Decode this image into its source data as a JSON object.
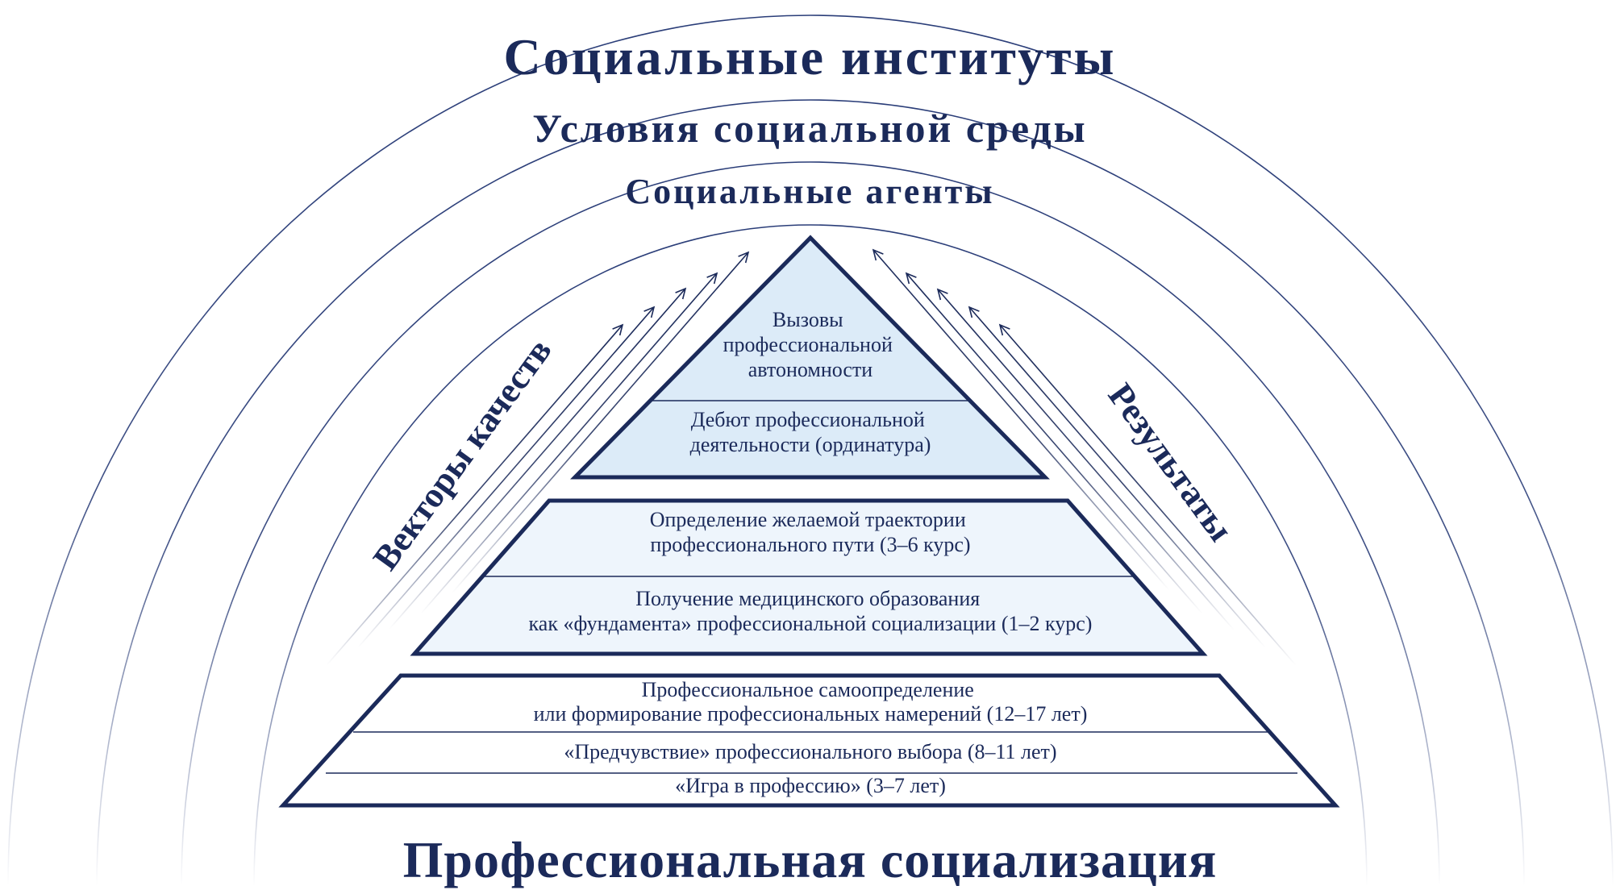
{
  "arcs": {
    "outer_label": "Социальные институты",
    "middle_label": "Условия социальной среды",
    "inner_label": "Социальные агенты"
  },
  "side_labels": {
    "left": "Векторы качеств",
    "right": "Результаты"
  },
  "pyramid": {
    "top": {
      "upper": [
        "Вызовы",
        "профессиональной",
        "автономности"
      ],
      "lower": [
        "Дебют профессиональной",
        "деятельности (ординатура)"
      ]
    },
    "middle": {
      "upper": [
        "Определение желаемой траектории",
        "профессионального пути (3–6 курс)"
      ],
      "lower": [
        "Получение медицинского образования",
        "как «фундамента» профессиональной социализации (1–2 курс)"
      ]
    },
    "bottom": {
      "upper": [
        "Профессиональное самоопределение",
        "или формирование профессиональных намерений (12–17 лет)"
      ],
      "middle": [
        "«Предчувствие» профессионального выбора (8–11 лет)"
      ],
      "lower": [
        "«Игра в профессию» (3–7 лет)"
      ]
    }
  },
  "title": "Профессиональная социализация",
  "colors": {
    "navy": "#1b2a5a",
    "top_fill": "#dcebf8",
    "middle_fill": "#eef5fc"
  }
}
